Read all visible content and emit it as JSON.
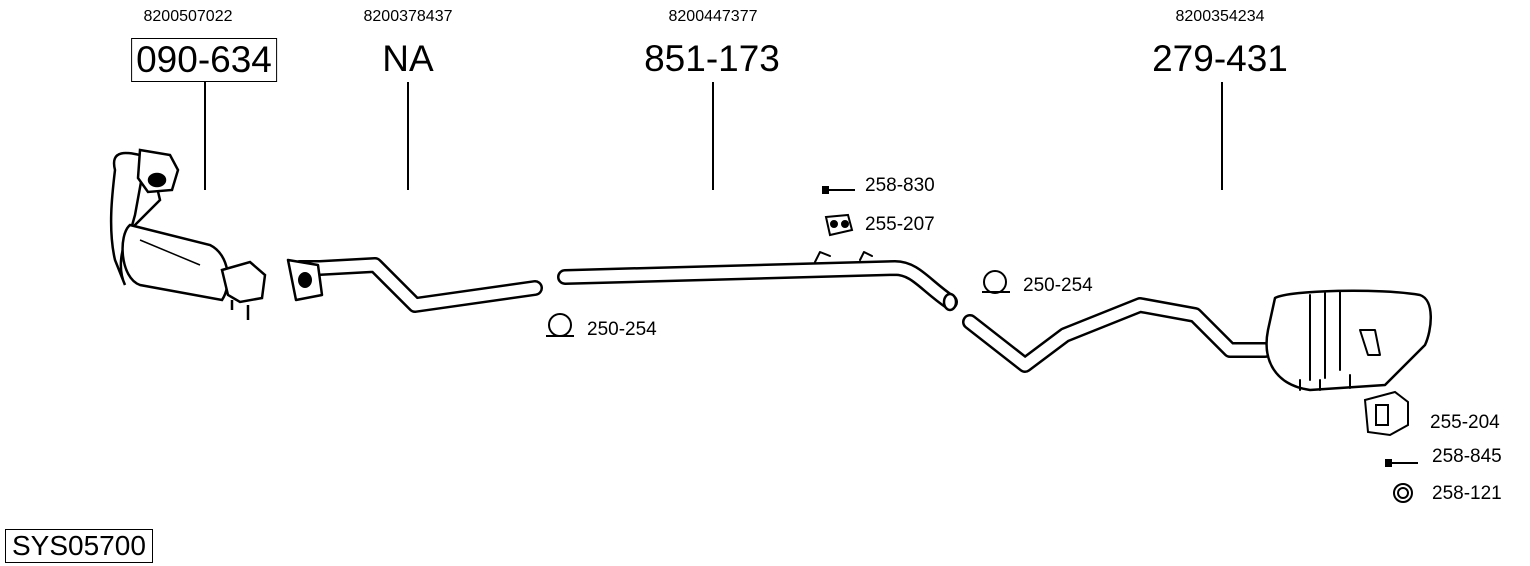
{
  "diagram_title": "SYS05700",
  "parts": [
    {
      "oe_number": "8200507022",
      "part_number": "090-634",
      "part": "catalytic-converter"
    },
    {
      "oe_number": "8200378437",
      "part_number": "NA",
      "part": "front-pipe"
    },
    {
      "oe_number": "8200447377",
      "part_number": "851-173",
      "part": "middle-pipe"
    },
    {
      "oe_number": "8200354234",
      "part_number": "279-431",
      "part": "rear-silencer"
    }
  ],
  "accessories": [
    {
      "part_number": "258-830",
      "icon": "bolt-icon"
    },
    {
      "part_number": "255-207",
      "icon": "rubber-mount-icon"
    },
    {
      "part_number": "250-254",
      "icon": "clamp-icon"
    },
    {
      "part_number": "250-254",
      "icon": "clamp-icon"
    },
    {
      "part_number": "255-204",
      "icon": "mounting-bracket-icon"
    },
    {
      "part_number": "258-845",
      "icon": "bolt-icon"
    },
    {
      "part_number": "258-121",
      "icon": "ring-icon"
    }
  ]
}
